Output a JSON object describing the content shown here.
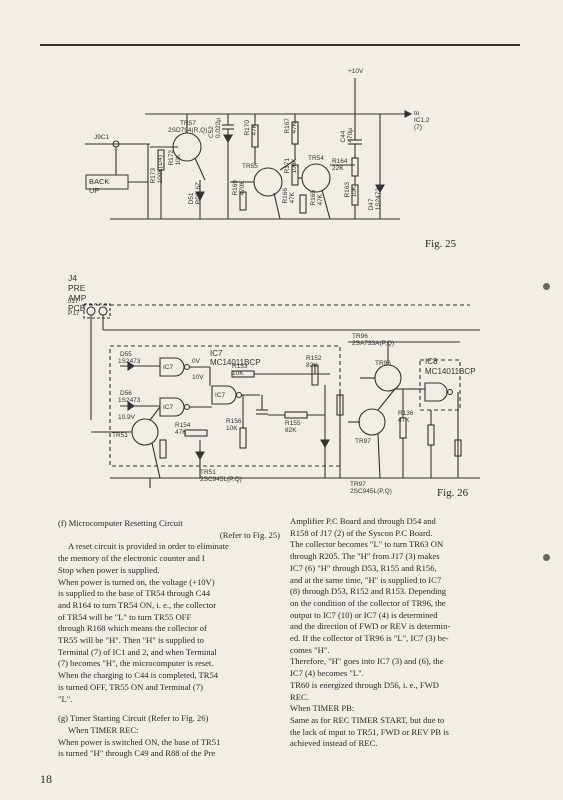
{
  "fig25": {
    "caption": "Fig. 25",
    "labels": {
      "v10": "+10V",
      "to_ic": "to IC1,2 (7)",
      "j9c1": "J9C1",
      "backup": "BACK UP",
      "tr57": "TR57",
      "tr57_part": "2SD794(R,Q)",
      "c52": "C52 0.022μ",
      "r172": "R172 10K",
      "r173": "R173 100K(1/4)",
      "r170": "R170 47K",
      "r167": "R167 47K",
      "c44": "C44 470μ",
      "tr55": "TR55",
      "r171": "R171 100K",
      "tr54": "TR54",
      "r164": "R164 22K",
      "d51": "D51 RD5.6Z",
      "r169": "R169 470K",
      "r166": "R166 47K",
      "r165": "R165 47K",
      "r163": "R163 10K",
      "d47": "D47 1S2473"
    }
  },
  "fig26": {
    "caption": "Fig. 26",
    "labels": {
      "j4": "J4 PRE AMP PCB",
      "j17": "J17",
      "p17": "P17",
      "d55": "D55",
      "d55_part": "1S2473",
      "d56": "D56",
      "d56_part": "1S2473",
      "v10_9": "10.9V",
      "ic7_title": "IC7  MC14011BCP",
      "ic7": "IC7",
      "r153": "R153 10K",
      "r152": "R152 82K",
      "r154": "R154 47K",
      "r156": "R156 10K",
      "r155": "R155 82K",
      "tr51": "TR51",
      "tr96_part": "TR96 2SA733A(P,Q)",
      "tr96": "TR96",
      "ic8_title": "IC8",
      "ic8_part": "MC14011BCP",
      "tr97": "TR97",
      "r136": "R136 47K",
      "tr51_part": "TR51  2SC945L(P,Q)",
      "tr97_part": "TR97  2SC945L(P,Q)",
      "ov": "0V",
      "v10": "10V"
    }
  },
  "left_column": {
    "head1": "(f) Microcomputer Resetting Circuit",
    "ref1": "(Refer to Fig. 25)",
    "p1": [
      "A reset circuit is provided in order to eliminate",
      "the memory of the electronic counter and I",
      "Stop when power is supplied.",
      "When power is turned on, the voltage (+10V)",
      "is supplied to the base of TR54 through C44",
      "and R164 to turn TR54 ON, i. e., the collector",
      "of TR54 will be \"L\" to turn TR55 OFF",
      "through R168 which means the collector of",
      "TR55 will be \"H\". Then \"H\" is supplied to",
      "Terminal (7) of IC1 and 2, and when Terminal",
      "(7) becomes \"H\", the microcomputer is reset.",
      "When the charging to C44 is completed, TR54",
      "is turned OFF, TR55 ON and Terminal (7)",
      "\"L\"."
    ],
    "head2": "(g) Timer Starting Circuit (Refer to Fig. 26)",
    "sub2": "When TIMER REC:",
    "p2": [
      "When power is switched ON, the base of TR51",
      "is turned \"H\" through C49 and R88 of the Pre"
    ]
  },
  "right_column": {
    "p1": [
      "Amplifier P.C Board and through D54 and",
      "R158 of J17 (2) of the Syscon P.C Board.",
      "The collector becomes \"L\" to turn TR63 ON",
      "through R205. The \"H\" from J17 (3) makes",
      "IC7 (6) \"H\" through D53, R155 and R156,",
      "and at the same time, \"H\" is supplied to IC7",
      "(8) through D53, R152 and R153. Depending",
      "on the condition of the collector of TR96, the",
      "output to IC7 (10) or IC7 (4) is determined",
      "and the direction of FWD or REV is determin-",
      "ed. If the collector of TR96 is \"L\", IC7 (3) be-",
      "comes \"H\".",
      "Therefore, \"H\" goes into IC7 (3) and (6), the",
      "IC7 (4) becomes \"L\".",
      "TR60 is energized through D56, i. e., FWD",
      "REC."
    ],
    "sub2": "When TIMER PB:",
    "p2": [
      "Same as for REC TIMER START, but due to",
      "the lack of input to TR51, FWD or REV PB is",
      "achieved instead of REC."
    ]
  },
  "page_number": "18"
}
